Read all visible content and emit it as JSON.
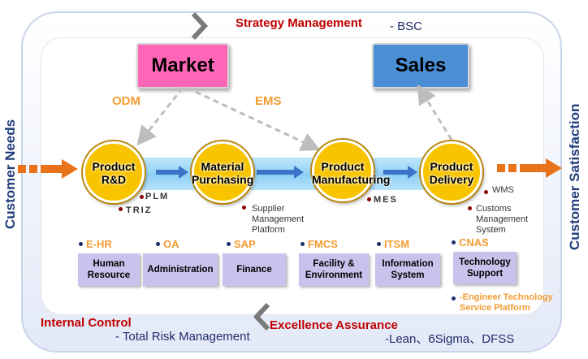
{
  "outer": {
    "strategy_title": "Strategy Management",
    "strategy_sub": "- BSC",
    "internal_title": "Internal Control",
    "internal_sub": "- Total Risk Management",
    "excellence_title": "Excellence Assurance",
    "excellence_sub": "-Lean、6Sigma、DFSS",
    "left_side": "Customer Needs",
    "right_side": "Customer Satisfaction"
  },
  "top": {
    "market": "Market",
    "sales": "Sales",
    "odm": "ODM",
    "ems": "EMS"
  },
  "process": [
    {
      "line1": "Product",
      "line2": "R&D"
    },
    {
      "line1": "Material",
      "line2": "Purchasing"
    },
    {
      "line1": "Product",
      "line2": "Manufacturing"
    },
    {
      "line1": "Product",
      "line2": "Delivery"
    }
  ],
  "tools": {
    "plm": "PLM",
    "triz": "TRIZ",
    "supplier_mgmt": [
      "Supplier",
      "Management",
      "Platform"
    ],
    "mes": "MES",
    "wms": "WMS",
    "customs": [
      "Customs",
      "Management",
      "System"
    ]
  },
  "support": [
    {
      "system": "E-HR",
      "dept": [
        "Human",
        "Resource"
      ]
    },
    {
      "system": "OA",
      "dept": [
        "Administration"
      ]
    },
    {
      "system": "SAP",
      "dept": [
        "Finance"
      ]
    },
    {
      "system": "FMCS",
      "dept": [
        "Facility &",
        "Environment"
      ]
    },
    {
      "system": "ITSM",
      "dept": [
        "Information",
        "System"
      ]
    },
    {
      "system": "CNAS",
      "dept": [
        "Technology",
        "Support"
      ]
    }
  ],
  "engineer_platform": [
    "-Engineer Technology",
    "Service Platform"
  ],
  "colors": {
    "red_title": "#c00000",
    "navy": "#1f2c6b",
    "orange": "#f39c32",
    "circle_fill": "#f8c400",
    "market_fill": "#ff66b8",
    "sales_fill": "#4a8fd6",
    "lavender": "#c8c3ec",
    "band_blue": "#8fd1f6",
    "arrow_orange": "#e8731b"
  },
  "icons": [
    "chevron-right-icon",
    "chevron-left-icon",
    "dashed-arrow-icon",
    "flow-arrow-icon"
  ]
}
